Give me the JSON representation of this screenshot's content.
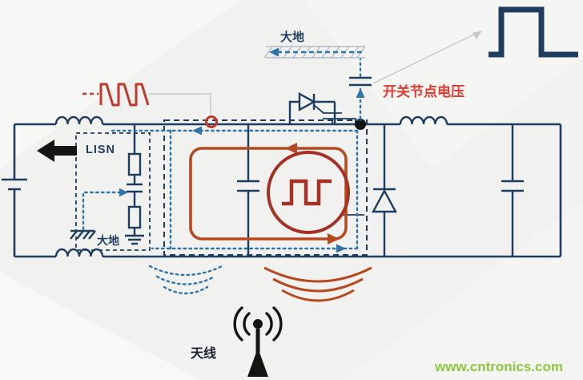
{
  "page": {
    "watermark": "www.cntronics.com"
  },
  "labels": {
    "earth_top": "大地",
    "lisn": "LISN",
    "earth_lisn": "大地",
    "switch_node_voltage": "开关节点电压",
    "antenna": "天线"
  },
  "colors": {
    "circuit": "#1e3d5f",
    "noise_blue": "#2e74a8",
    "emi_red": "#c0392b",
    "loop_orange": "#b5491f",
    "source_red": "#a53125",
    "accent_red": "#e0392e",
    "watermark_green": "#8dc63f",
    "black": "#141414",
    "background": "#f1f1f0"
  },
  "icons": {
    "emi_spectrum": "sawtooth-pulse-waveform",
    "switch_node_wave": "square-wave",
    "switching_source": "square-wave-in-circle",
    "antenna": "broadcast-antenna",
    "earth_plane": "hatched-ground-bar",
    "conducted_emission": "left-black-arrow"
  }
}
